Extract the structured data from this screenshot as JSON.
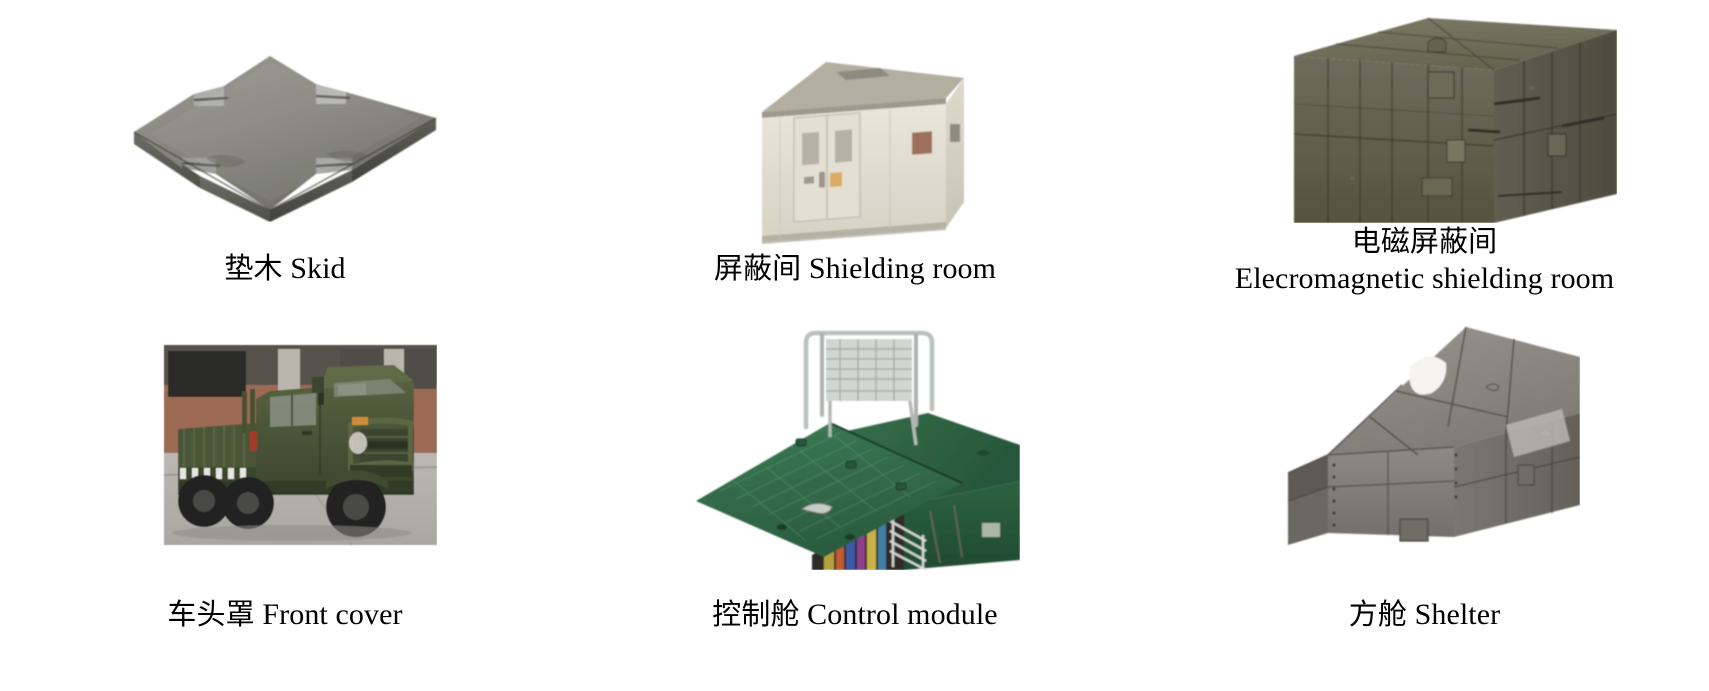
{
  "figure": {
    "background_color": "#ffffff",
    "text_color": "#000000",
    "panels": [
      {
        "id": "skid",
        "icon": "skid-plate-illustration",
        "caption_cn": "垫木",
        "caption_en": "Skid",
        "caption_full": "垫木 Skid",
        "caption_lines": 1,
        "colors": {
          "body": "#80807a",
          "top": "#8d8d86",
          "shadow": "#4d4d48"
        }
      },
      {
        "id": "shielding-room",
        "icon": "shielding-room-illustration",
        "caption_cn": "屏蔽间",
        "caption_en": "Shielding room",
        "caption_full": "屏蔽间 Shielding room",
        "caption_lines": 1,
        "colors": {
          "wall": "#e3e0d4",
          "side": "#cfccbe",
          "roof": "#b9b5a6",
          "door": "#dedacd"
        }
      },
      {
        "id": "electromagnetic-shielding-room",
        "icon": "electromagnetic-shielding-room-illustration",
        "caption_cn": "电磁屏蔽间",
        "caption_en": "Elecromagnetic shielding room",
        "caption_full": "电磁屏蔽间 Elecromagnetic shielding room",
        "caption_lines": 2,
        "colors": {
          "front": "#5c5a4b",
          "side": "#6b6a5c",
          "top": "#75735f",
          "seam": "#3b3a30"
        }
      },
      {
        "id": "front-cover",
        "icon": "military-truck-photo",
        "caption_cn": "车头罩",
        "caption_en": "Front cover",
        "caption_full": "车头罩 Front cover",
        "caption_lines": 1,
        "colors": {
          "body": "#4a5437",
          "cab": "#556040",
          "ground": "#b5b3ae",
          "brick": "#9c6a55"
        }
      },
      {
        "id": "control-module",
        "icon": "control-module-illustration",
        "caption_cn": "控制舱",
        "caption_en": "Control module",
        "caption_full": "控制舱 Control module",
        "caption_lines": 1,
        "colors": {
          "panel": "#2f6647",
          "body": "#2b5c40",
          "rail": "#cfd2d0",
          "interior": "#33302c"
        }
      },
      {
        "id": "shelter",
        "icon": "shelter-illustration",
        "caption_cn": "方舱",
        "caption_en": "Shelter",
        "caption_full": "方舱 Shelter",
        "caption_lines": 1,
        "colors": {
          "face": "#84827c",
          "side": "#6f6d68",
          "roof": "#908e88",
          "edge": "#4a4844"
        }
      }
    ]
  }
}
